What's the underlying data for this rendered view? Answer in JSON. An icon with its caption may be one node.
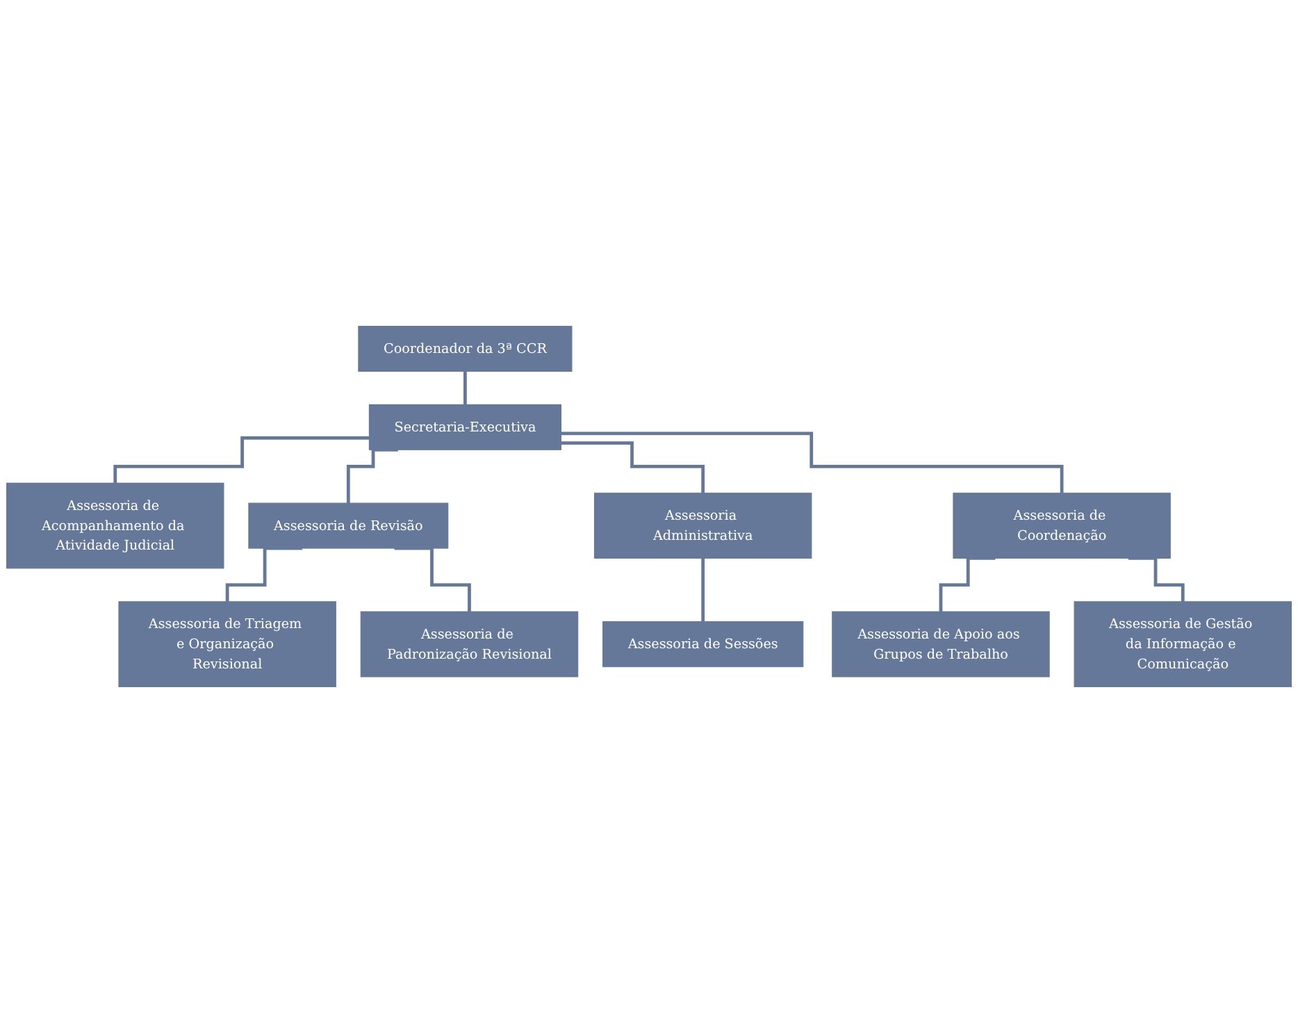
{
  "diagram": {
    "nodes": [
      {
        "text": [
          "Coordenador da 3ª CCR"
        ]
      },
      {
        "text": [
          "Secretaria-Executiva"
        ]
      },
      {
        "text": [
          "Assessoria de Acompanhamento da Atividade Judicial"
        ]
      },
      {
        "text": [
          "Assessoria de Revisão"
        ]
      },
      {
        "text": [
          "Assessoria Administrativa"
        ]
      },
      {
        "text": [
          "Assessoria de Coordenação"
        ]
      },
      {
        "text": [
          "Assessoria de Triagem e Organização Revisional"
        ]
      },
      {
        "text": [
          "Assessoria de Padronização Revisional"
        ]
      },
      {
        "text": [
          "Assessoria de Sessões"
        ]
      },
      {
        "text": [
          "Assessoria de Apoio aos Grupos de Trabalho"
        ]
      },
      {
        "text": [
          "Assessoria de Gestão da Informação e Comunicação"
        ]
      }
    ],
    "edges": [
      {
        "from": 0,
        "to": 1,
        "arrow": "none"
      },
      {
        "from": 1,
        "to": 2,
        "arrow": "none"
      },
      {
        "from": 1,
        "to": 3,
        "arrow": "none"
      },
      {
        "from": 1,
        "to": 4,
        "arrow": "none"
      },
      {
        "from": 1,
        "to": 5,
        "arrow": "none"
      },
      {
        "from": 3,
        "to": 6,
        "arrow": "none"
      },
      {
        "from": 3,
        "to": 7,
        "arrow": "none"
      },
      {
        "from": 4,
        "to": 8,
        "arrow": "none"
      },
      {
        "from": 5,
        "to": 9,
        "arrow": "none"
      },
      {
        "from": 5,
        "to": 10,
        "arrow": "none"
      }
    ]
  }
}
